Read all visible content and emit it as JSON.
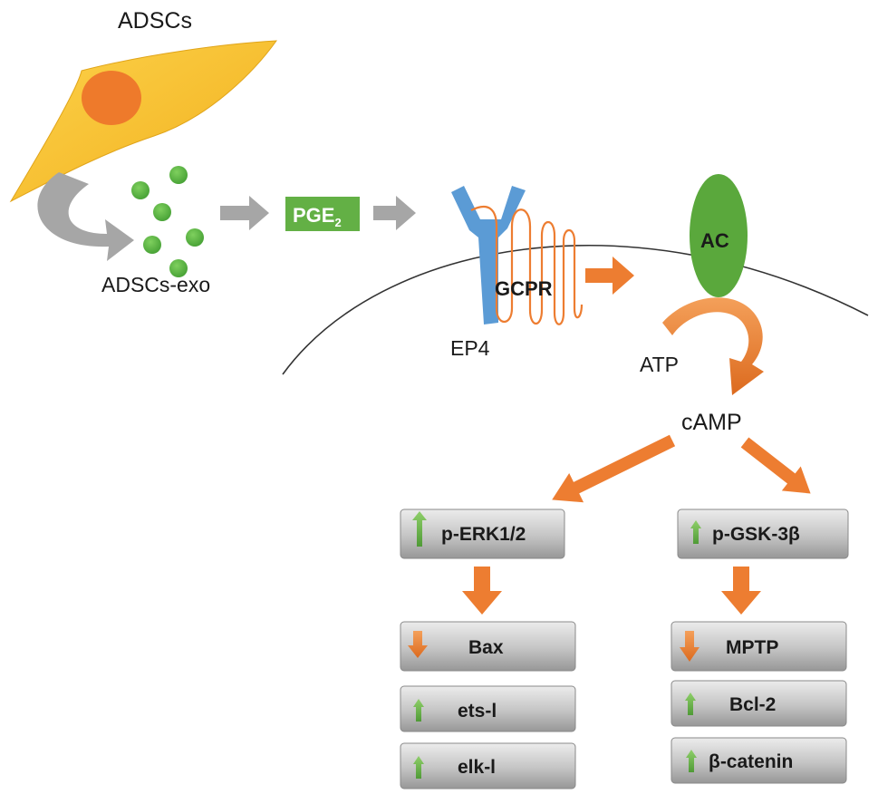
{
  "labels": {
    "adscs": "ADSCs",
    "exo": "ADSCs-exo",
    "pge2_base": "PGE",
    "pge2_sub": "2",
    "ep4": "EP4",
    "gcpr": "GCPR",
    "ac": "AC",
    "atp": "ATP",
    "camp": "cAMP"
  },
  "left_branch": {
    "top": {
      "label": "p-ERK1/2",
      "change": "up"
    },
    "effects": [
      {
        "label": "Bax",
        "change": "down"
      },
      {
        "label": "ets-l",
        "change": "up"
      },
      {
        "label": "elk-l",
        "change": "up"
      }
    ]
  },
  "right_branch": {
    "top": {
      "label": "p-GSK-3β",
      "change": "up"
    },
    "effects": [
      {
        "label": "MPTP",
        "change": "down"
      },
      {
        "label": "Bcl-2",
        "change": "up"
      },
      {
        "label": "β-catenin",
        "change": "up"
      }
    ]
  },
  "colors": {
    "cell": "#f7bf2a",
    "nucleus": "#ef7d2d",
    "vesicle": "#5cb046",
    "pge2_box": "#63b045",
    "receptor": "#5b9bd5",
    "gpcr_loops": "#ed7d31",
    "ac": "#5aa83c",
    "flow_arrow": "#ed7d31",
    "gray_arrow": "#a6a6a6",
    "box_gradient_top": "#e9e9e9",
    "box_gradient_bottom": "#9a9a9a",
    "up_indicator": "#6ab04c",
    "down_indicator": "#ed7d31"
  }
}
